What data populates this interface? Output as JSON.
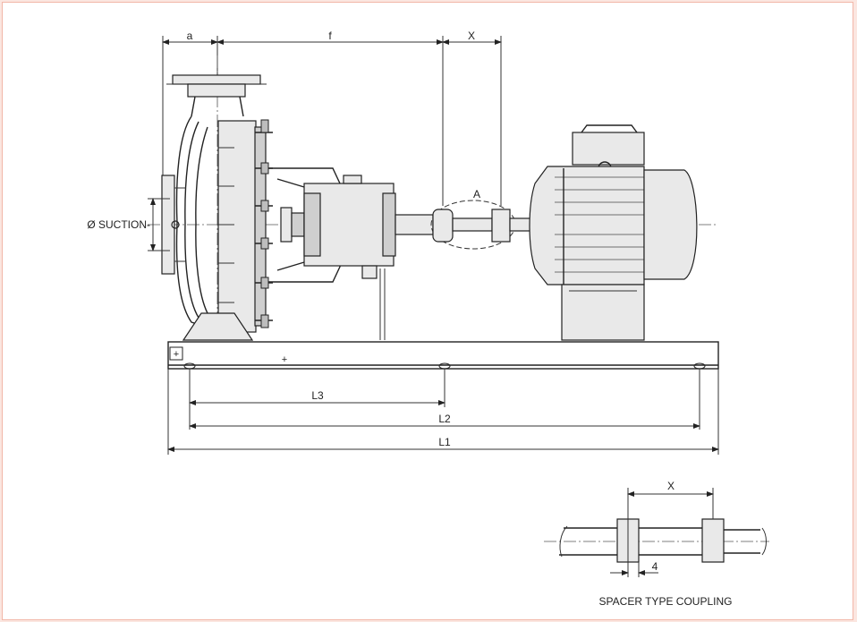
{
  "drawing": {
    "labels": {
      "dim_a": "a",
      "dim_f": "f",
      "dim_x_top": "X",
      "detail_a": "A",
      "suction": "Ø SUCTION-",
      "dim_l3": "L3",
      "dim_l2": "L2",
      "dim_l1": "L1",
      "detail_x": "X",
      "detail_4": "4",
      "detail_caption": "SPACER TYPE COUPLING"
    }
  },
  "colors": {
    "page_border": "#f2b7a8",
    "background": "#fbe6e0",
    "line": "#222222"
  }
}
